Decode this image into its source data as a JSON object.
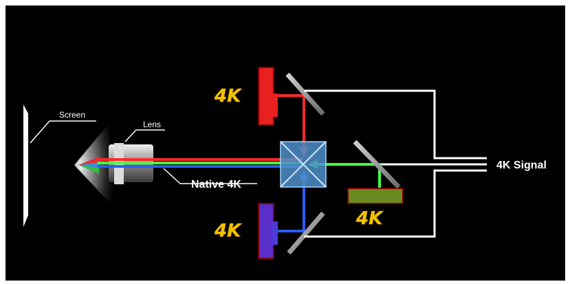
{
  "labels": {
    "screen": "Screen",
    "lens": "Lens",
    "native_4k": "Native 4K",
    "signal": "4K Signal",
    "panel_red": "4K",
    "panel_green": "4K",
    "panel_blue": "4K"
  },
  "colors": {
    "background": "#000000",
    "red": "#ff2a2a",
    "green": "#44ff44",
    "blue": "#2a5cff",
    "label_4k": "#f3c200",
    "wire": "#ffffff",
    "prism": "#4d8fc9"
  }
}
